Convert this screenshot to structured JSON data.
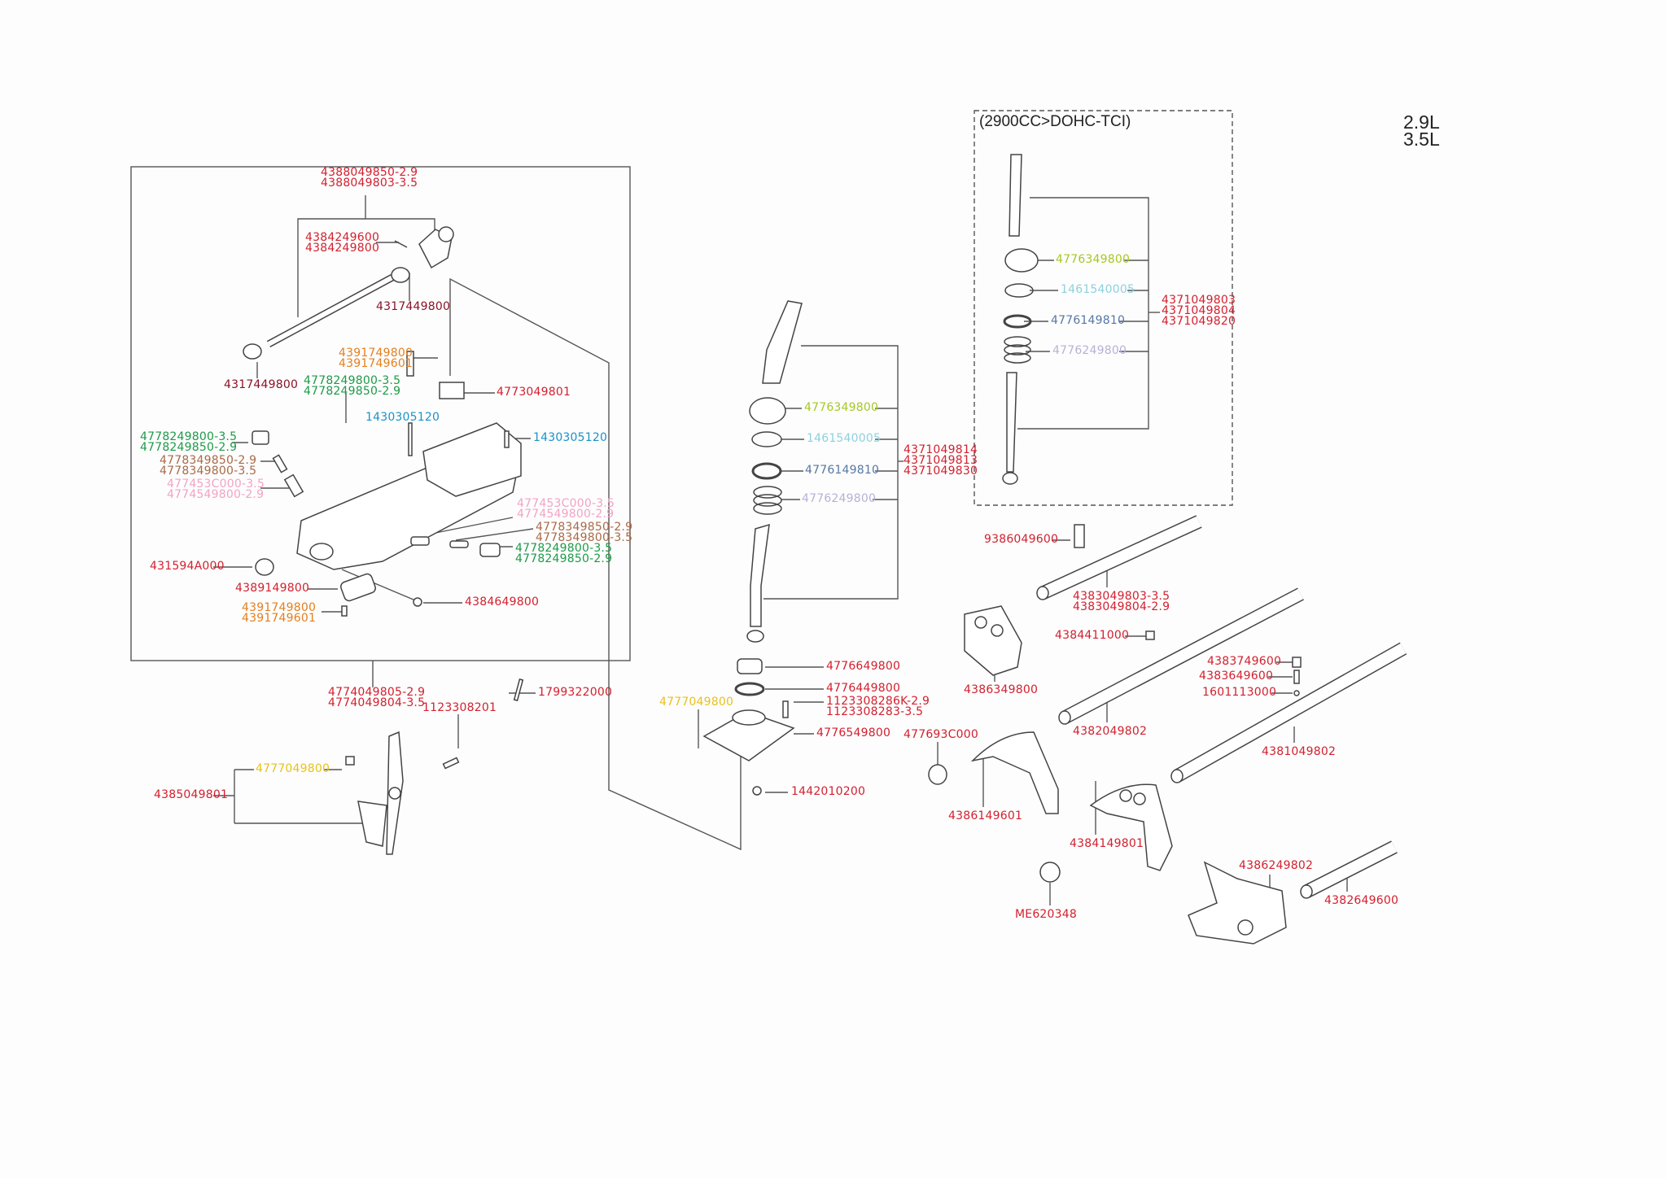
{
  "header": {
    "section_note": "(2900CC>DOHC-TCI)",
    "engines": [
      "2.9L",
      "3.5L"
    ]
  },
  "colors": {
    "red": "#d3202f",
    "dark_red": "#8a1228",
    "orange": "#e47f1e",
    "green": "#1d9a48",
    "blue": "#1a92c9",
    "brown": "#a86a48",
    "pink": "#f2a3c4",
    "yellow": "#e9c11c",
    "yellow_green": "#a5c823",
    "light_blue": "#8ed0de",
    "slate": "#5677a3",
    "lavender": "#b7b1d6"
  },
  "housing": {
    "lever_assy": [
      "4388049850-2.9",
      "4388049803-3.5"
    ],
    "pin": [
      "4384249600",
      "4384249800"
    ],
    "bush_upper": "4317449800",
    "bush_lower": "4317449800",
    "bolt_top": [
      "4391749800",
      "4391749601"
    ],
    "plug_top": [
      "4778249800-3.5",
      "4778249850-2.9"
    ],
    "bracket": "4773049801",
    "dowel_left": "1430305120",
    "dowel_right": "1430305120",
    "plug_left": [
      "4778249800-3.5",
      "4778249850-2.9"
    ],
    "spring_left": [
      "4778349850-2.9",
      "4778349800-3.5"
    ],
    "plunger_left": [
      "477453C000-3.5",
      "4774549800-2.9"
    ],
    "plunger_right": [
      "477453C000-3.5",
      "4774549800-2.9"
    ],
    "spring_right": [
      "4778349850-2.9",
      "4778349800-3.5"
    ],
    "plug_right": [
      "4778249800-3.5",
      "4778249850-2.9"
    ],
    "cap": "431594A000",
    "lever_arm": "4389149800",
    "ball": "4384649800",
    "bolt_bottom": [
      "4391749800",
      "4391749601"
    ]
  },
  "housing_assy": [
    "4774049805-2.9",
    "4774049804-3.5"
  ],
  "misc_left": {
    "bolt": "1123308201",
    "pin": "1799322000",
    "stopper_bolt": "4777049800",
    "stopper_plate": "4385049801"
  },
  "lever_mid": {
    "boot": "4776349800",
    "snap_ring": "1461540005",
    "washer": "4776149810",
    "spring": "4776249800",
    "assy": [
      "4371049814",
      "4371049813",
      "4371049830"
    ],
    "retainer": "4776649800",
    "seal": "4776449800",
    "bolts": [
      "1123308286K-2.9",
      "1123308283-3.5"
    ],
    "breather": "4777049800",
    "base": "4776549800",
    "clip": "1442010200"
  },
  "lever_tci": {
    "boot": "4776349800",
    "snap_ring": "1461540005",
    "washer": "4776149810",
    "spring": "4776249800",
    "assy": [
      "4371049803",
      "4371049804",
      "4371049820"
    ]
  },
  "rails": {
    "switch": "9386049600",
    "rail_1": [
      "4383049803-3.5",
      "4383049804-2.9"
    ],
    "fork_block": "4386349800",
    "interlock": "4384411000",
    "bolt": "4383749600",
    "spring": "4383649600",
    "ball": "1601113000",
    "rail_2": "4382049802",
    "bush": "477693C000",
    "rail_3": "4381049802",
    "fork_1": "4386149601",
    "fork_2": "4384149801",
    "fork_3": "4386249802",
    "rod": "4382649600",
    "collar": "ME620348"
  }
}
